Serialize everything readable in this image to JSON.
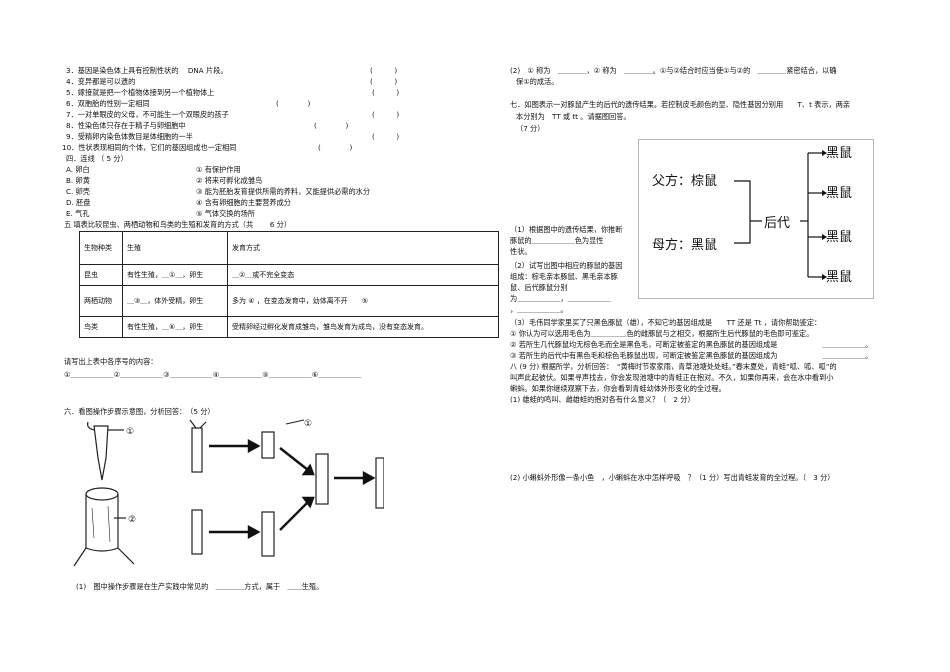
{
  "left": {
    "judge_items": [
      {
        "text": "3．基因是染色体上具有控制性状的　 DNA 片段。",
        "paren": "(　　　)"
      },
      {
        "text": "4．变异都是可以遗的",
        "paren": "(　　　)"
      },
      {
        "text": "5．嫁接就是把一个植物体接到另一个植物体上",
        "paren": "(　　　)"
      },
      {
        "text": "6．双胞胎的性别一定相同",
        "paren": "(　　　　)"
      },
      {
        "text": "7．一对单眼皮的父母，不可能生一个双眼皮的孩子",
        "paren": "(　　　)"
      },
      {
        "text": "8．性染色体只存在于精子与卵细胞中",
        "paren": "(　　　　)"
      },
      {
        "text": "9．受精卵内染色体数目是体细胞的一半",
        "paren": "(　　　)"
      },
      {
        "text": "10．性状表现相同的个体，它们的基因组成也一定相同",
        "paren": "(　　　　)"
      }
    ],
    "section4_title": "四．连线 （ 5 分）",
    "match_left": [
      "A. 卵白",
      "B. 卵黄",
      "C. 卵壳",
      "D. 胚盘",
      "E. 气孔"
    ],
    "match_right": [
      "① 有保护作用",
      "② 将来可孵化成雏鸟",
      "③ 能为胚胎发育提供所需的养料，又能提供必需的水分",
      "④ 含有卵细胞的主要营养成分",
      "⑤ 气体交换的场所"
    ],
    "section5_title": "五 填表比较昆虫、两栖动物和鸟类的生殖和发育的方式（共　　 6 分）",
    "table": {
      "headers": [
        "生物种类",
        "生殖",
        "发育方式"
      ],
      "rows": [
        [
          "昆虫",
          "有性生殖，＿①＿，卵生",
          "＿②＿或不完全变态"
        ],
        [
          "两栖动物",
          "＿③＿，体外受精，卵生",
          "多为 ④ ，在变态发育中，幼体离不开　　⑤　　"
        ],
        [
          "鸟类",
          "有性生殖，＿⑥＿，卵生",
          "受精卵经过孵化发育成雏鸟，雏鸟发育为成鸟，没有变态发育。"
        ]
      ]
    },
    "fill_prompt": "请写出上表中各序号的内容：",
    "fill_line": "①＿＿＿＿＿＿②＿＿＿＿＿＿③＿＿＿＿＿＿④＿＿＿＿＿＿⑤＿＿＿＿＿＿⑥＿＿＿＿＿＿",
    "section6_title": "六．看图操作步骤示意图，分析回答：　（5 分）",
    "diagram_labels": {
      "one": "①",
      "two": "②"
    },
    "q6_1": "(1)　图中操作步骤是在生产实践中常见的　＿＿＿＿方式，属于　＿＿生殖。"
  },
  "right": {
    "q6_2_line1": "(2)　① 称为　＿＿＿＿，② 称为　＿＿＿＿。①与②结合时应当使①与②的　＿＿＿＿紧密结合，以确",
    "q6_2_line2": "保①的成活。",
    "section7_line1": "七．如图表示一对豚鼠产生的后代的遗传结果。若控制皮毛颜色的显、隐性基因分别用　　T、t 表示，两亲",
    "section7_line2": "本分别为　TT 或 tt 。请据图回答。",
    "section7_line3": "（7 分）",
    "pedigree": {
      "father": "父方：棕鼠",
      "mother": "母方：黑鼠",
      "offspring_label": "后代",
      "children": [
        "黑鼠",
        "黑鼠",
        "黑鼠",
        "黑鼠"
      ]
    },
    "q7_1": [
      "（1）根据图中的遗传结果，你推断",
      "豚鼠的＿＿＿＿＿＿色为显性",
      "性状。"
    ],
    "q7_2": [
      "（2）试写出图中相应的豚鼠的基因",
      "组成：棕毛亲本豚鼠、黑毛亲本豚",
      "鼠、后代豚鼠分别",
      "为＿＿＿＿＿＿，＿＿＿＿＿＿",
      "，＿＿＿＿＿＿。"
    ],
    "q7_3": "（3）毛伟同学家里买了只黑色豚鼠（雄），不知它的基因组成是　　TT 还是 Tt ，请你帮助鉴定：",
    "q7_3_1": "① 你认为可以选用毛色为＿＿＿＿＿色的雌豚鼠与之相交，根据所生后代豚鼠的毛色即可鉴定。",
    "q7_3_2": "② 若所生几代豚鼠均无棕色毛而全是黑色毛，可断定被鉴定的黑色豚鼠的基因组成是",
    "q7_3_2_end": "＿＿＿＿＿＿。",
    "q7_3_3": "③ 若所生的后代中有黑色毛和棕色毛豚鼠出现，可断定被鉴定黑色豚鼠的基因组成为",
    "q7_3_3_end": "＿＿＿＿＿＿。",
    "section8_line1": "八 (9 分) 根据所学，分析回答：　“黄梅时节家家雨，青草池塘处处蛙。”春末夏处，青蛙“呱、呱、呱”的",
    "section8_line2": "叫声此起彼伏。如果寻声找去，你会发现池塘中的青蛙正在抱对。不久，如果你再来，会在水中看到小",
    "section8_line3": "蝌蚪。如果你继续观察下去，你会看到青蛙幼体外形变化的全过程。",
    "q8_1": "(1) 雄蛙的鸣叫、雌雄蛙的抱对各有什么意义？（　2 分）",
    "q8_2": "(2) 小蝌蚪外形像一条小鱼　，小蝌蚪在水中怎样呼吸　？（1 分）写出青蛙发育的全过程。（　3 分）"
  }
}
